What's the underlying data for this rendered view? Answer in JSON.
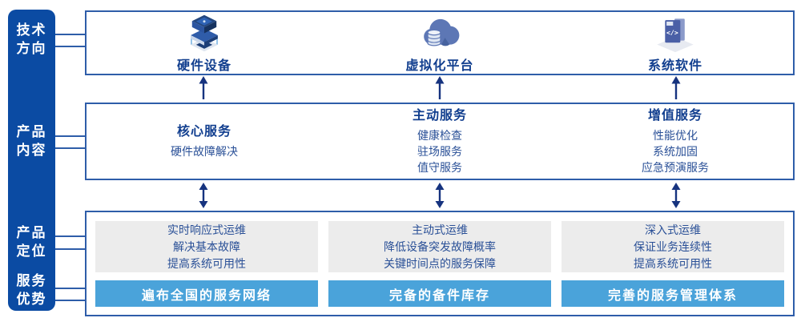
{
  "colors": {
    "sidebar_bg": "#0b4ba3",
    "box_border": "#2e5da9",
    "title_text": "#123f8f",
    "body_text": "#2a5097",
    "panel_bg": "#ececec",
    "advantage_bar_bg": "#4aa3da",
    "arrow": "#16337f"
  },
  "sidebar": {
    "items": [
      {
        "id": "tech-direction",
        "label": "技术\n方向"
      },
      {
        "id": "product-content",
        "label": "产品\n内容"
      },
      {
        "id": "product-positioning",
        "label": "产品\n定位"
      },
      {
        "id": "service-advantage",
        "label": "服务\n优势"
      }
    ]
  },
  "tech_row": {
    "items": [
      {
        "icon": "server-stack-icon",
        "label": "硬件设备"
      },
      {
        "icon": "cloud-database-icon",
        "label": "虚拟化平台"
      },
      {
        "icon": "code-window-icon",
        "label": "系统软件"
      }
    ]
  },
  "content_row": {
    "columns": [
      {
        "title": "核心服务",
        "items": [
          "硬件故障解决"
        ]
      },
      {
        "title": "主动服务",
        "items": [
          "健康检查",
          "驻场服务",
          "值守服务"
        ]
      },
      {
        "title": "增值服务",
        "items": [
          "性能优化",
          "系统加固",
          "应急预演服务"
        ]
      }
    ]
  },
  "positioning_row": {
    "columns": [
      {
        "lines": [
          "实时响应式运维",
          "解决基本故障",
          "提高系统可用性"
        ],
        "advantage": "遍布全国的服务网络"
      },
      {
        "lines": [
          "主动式运维",
          "降低设备突发故障概率",
          "关键时间点的服务保障"
        ],
        "advantage": "完备的备件库存"
      },
      {
        "lines": [
          "深入式运维",
          "保证业务连续性",
          "提高系统可用性"
        ],
        "advantage": "完善的服务管理体系"
      }
    ]
  }
}
